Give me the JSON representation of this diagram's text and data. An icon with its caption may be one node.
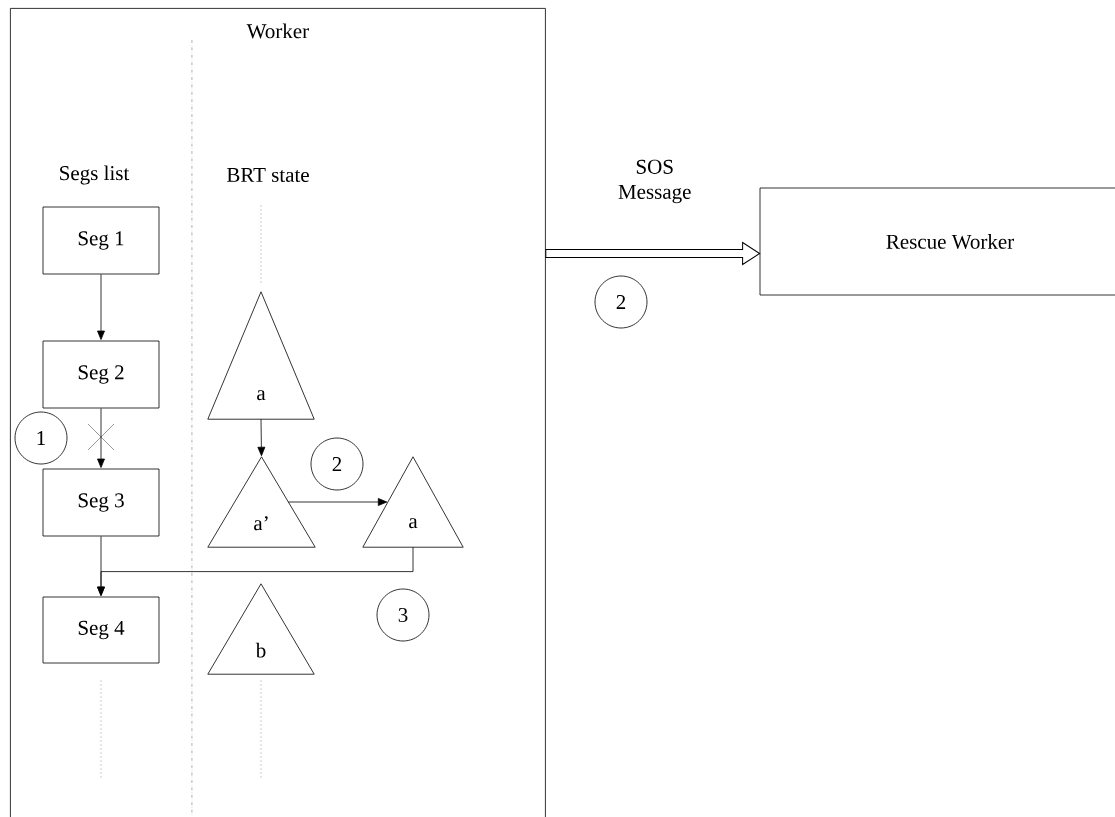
{
  "diagram": {
    "nodes": [
      {
        "text": [
          "Worker"
        ]
      },
      {
        "text": [
          "Seg 1"
        ],
        "in": 0
      },
      {
        "text": [
          "Seg 2"
        ],
        "in": 0
      },
      {
        "text": [
          "Seg 3"
        ],
        "in": 0
      },
      {
        "text": [
          "Seg 4"
        ],
        "in": 0
      },
      {
        "text": [
          "a"
        ],
        "in": 0
      },
      {
        "text": [
          "a’"
        ],
        "in": 0
      },
      {
        "text": [
          "a"
        ],
        "in": 0
      },
      {
        "text": [
          "b"
        ],
        "in": 0
      },
      {
        "text": [
          "1"
        ],
        "in": 0
      },
      {
        "text": [
          "2"
        ],
        "in": 0
      },
      {
        "text": [
          "3"
        ],
        "in": 0
      },
      {
        "text": [
          "Rescue Worker"
        ]
      },
      {
        "text": [
          "2"
        ]
      }
    ],
    "edges": [
      {
        "from": 1,
        "to": 2,
        "arrow": "to"
      },
      {
        "from": 2,
        "to": 3,
        "arrow": "to"
      },
      {
        "from": 5,
        "to": 6,
        "arrow": "to"
      },
      {
        "from": 6,
        "to": 7,
        "arrow": "to"
      },
      {
        "from": 3,
        "to": 4,
        "arrow": "to"
      },
      {
        "from": 7,
        "to": 4,
        "arrow": "to"
      },
      {
        "from": 0,
        "to": 12,
        "arrow": "to",
        "label": "SOS Message",
        "style": "thick"
      }
    ],
    "labels": [
      "Segs list",
      "BRT state"
    ]
  }
}
